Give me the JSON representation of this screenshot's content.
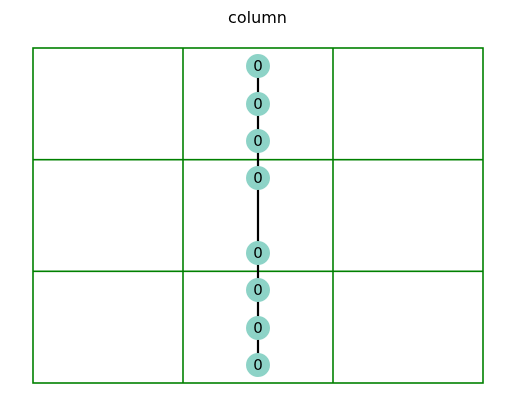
{
  "title": "column",
  "colors": {
    "grid": "#008000",
    "node": "#8dd3c7",
    "edge": "#000000",
    "text": "#000000"
  },
  "grid": {
    "rows": 3,
    "cols": 3
  },
  "nodes": [
    {
      "label": "0",
      "cell_row": 0
    },
    {
      "label": "0",
      "cell_row": 0
    },
    {
      "label": "0",
      "cell_row": 0
    },
    {
      "label": "0",
      "cell_row": 1
    },
    {
      "label": "0",
      "cell_row": 1
    },
    {
      "label": "0",
      "cell_row": 2
    },
    {
      "label": "0",
      "cell_row": 2
    },
    {
      "label": "0",
      "cell_row": 2
    }
  ],
  "edges": [
    [
      0,
      1
    ],
    [
      1,
      2
    ],
    [
      2,
      3
    ],
    [
      3,
      4
    ],
    [
      4,
      5
    ],
    [
      5,
      6
    ],
    [
      6,
      7
    ]
  ]
}
